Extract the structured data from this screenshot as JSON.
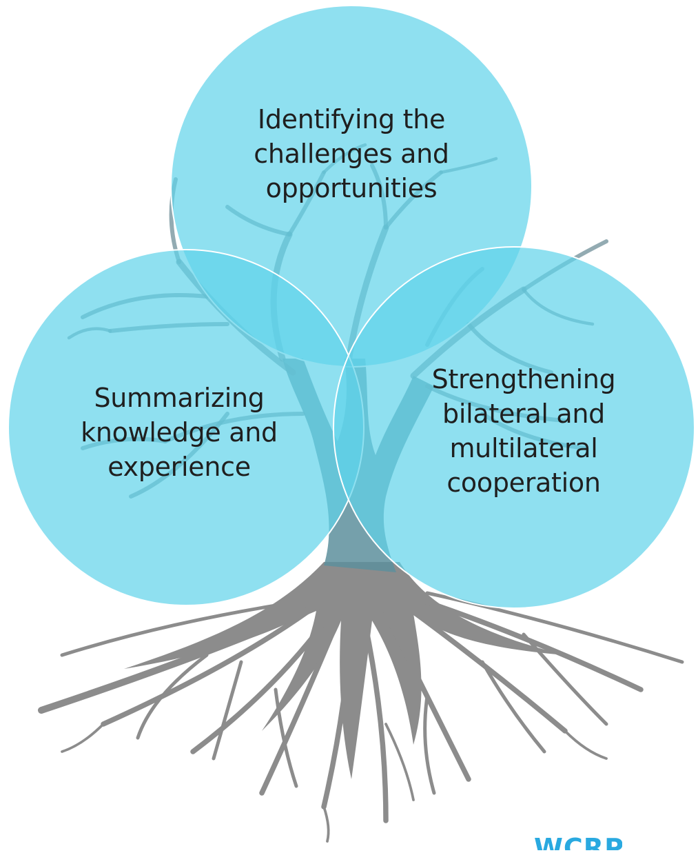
{
  "diagram": {
    "circles": [
      {
        "id": "top",
        "label": "Identifying the\nchallenges and\nopportunities"
      },
      {
        "id": "left",
        "label": "Summarizing\nknowledge and\nexperience"
      },
      {
        "id": "right",
        "label": "Strengthening\nbilateral and\nmultilateral\ncooperation"
      }
    ],
    "logo_text": "WCRP",
    "colors": {
      "circle_fill": "#5fd3ea",
      "circle_stroke": "#ffffff",
      "tree_trunk": "#5d8f9c",
      "tree_branch": "#6f8f98",
      "roots": "#8c8c8c",
      "logo": "#29a9e0"
    },
    "icons": [
      "tree-icon",
      "roots-icon"
    ]
  }
}
